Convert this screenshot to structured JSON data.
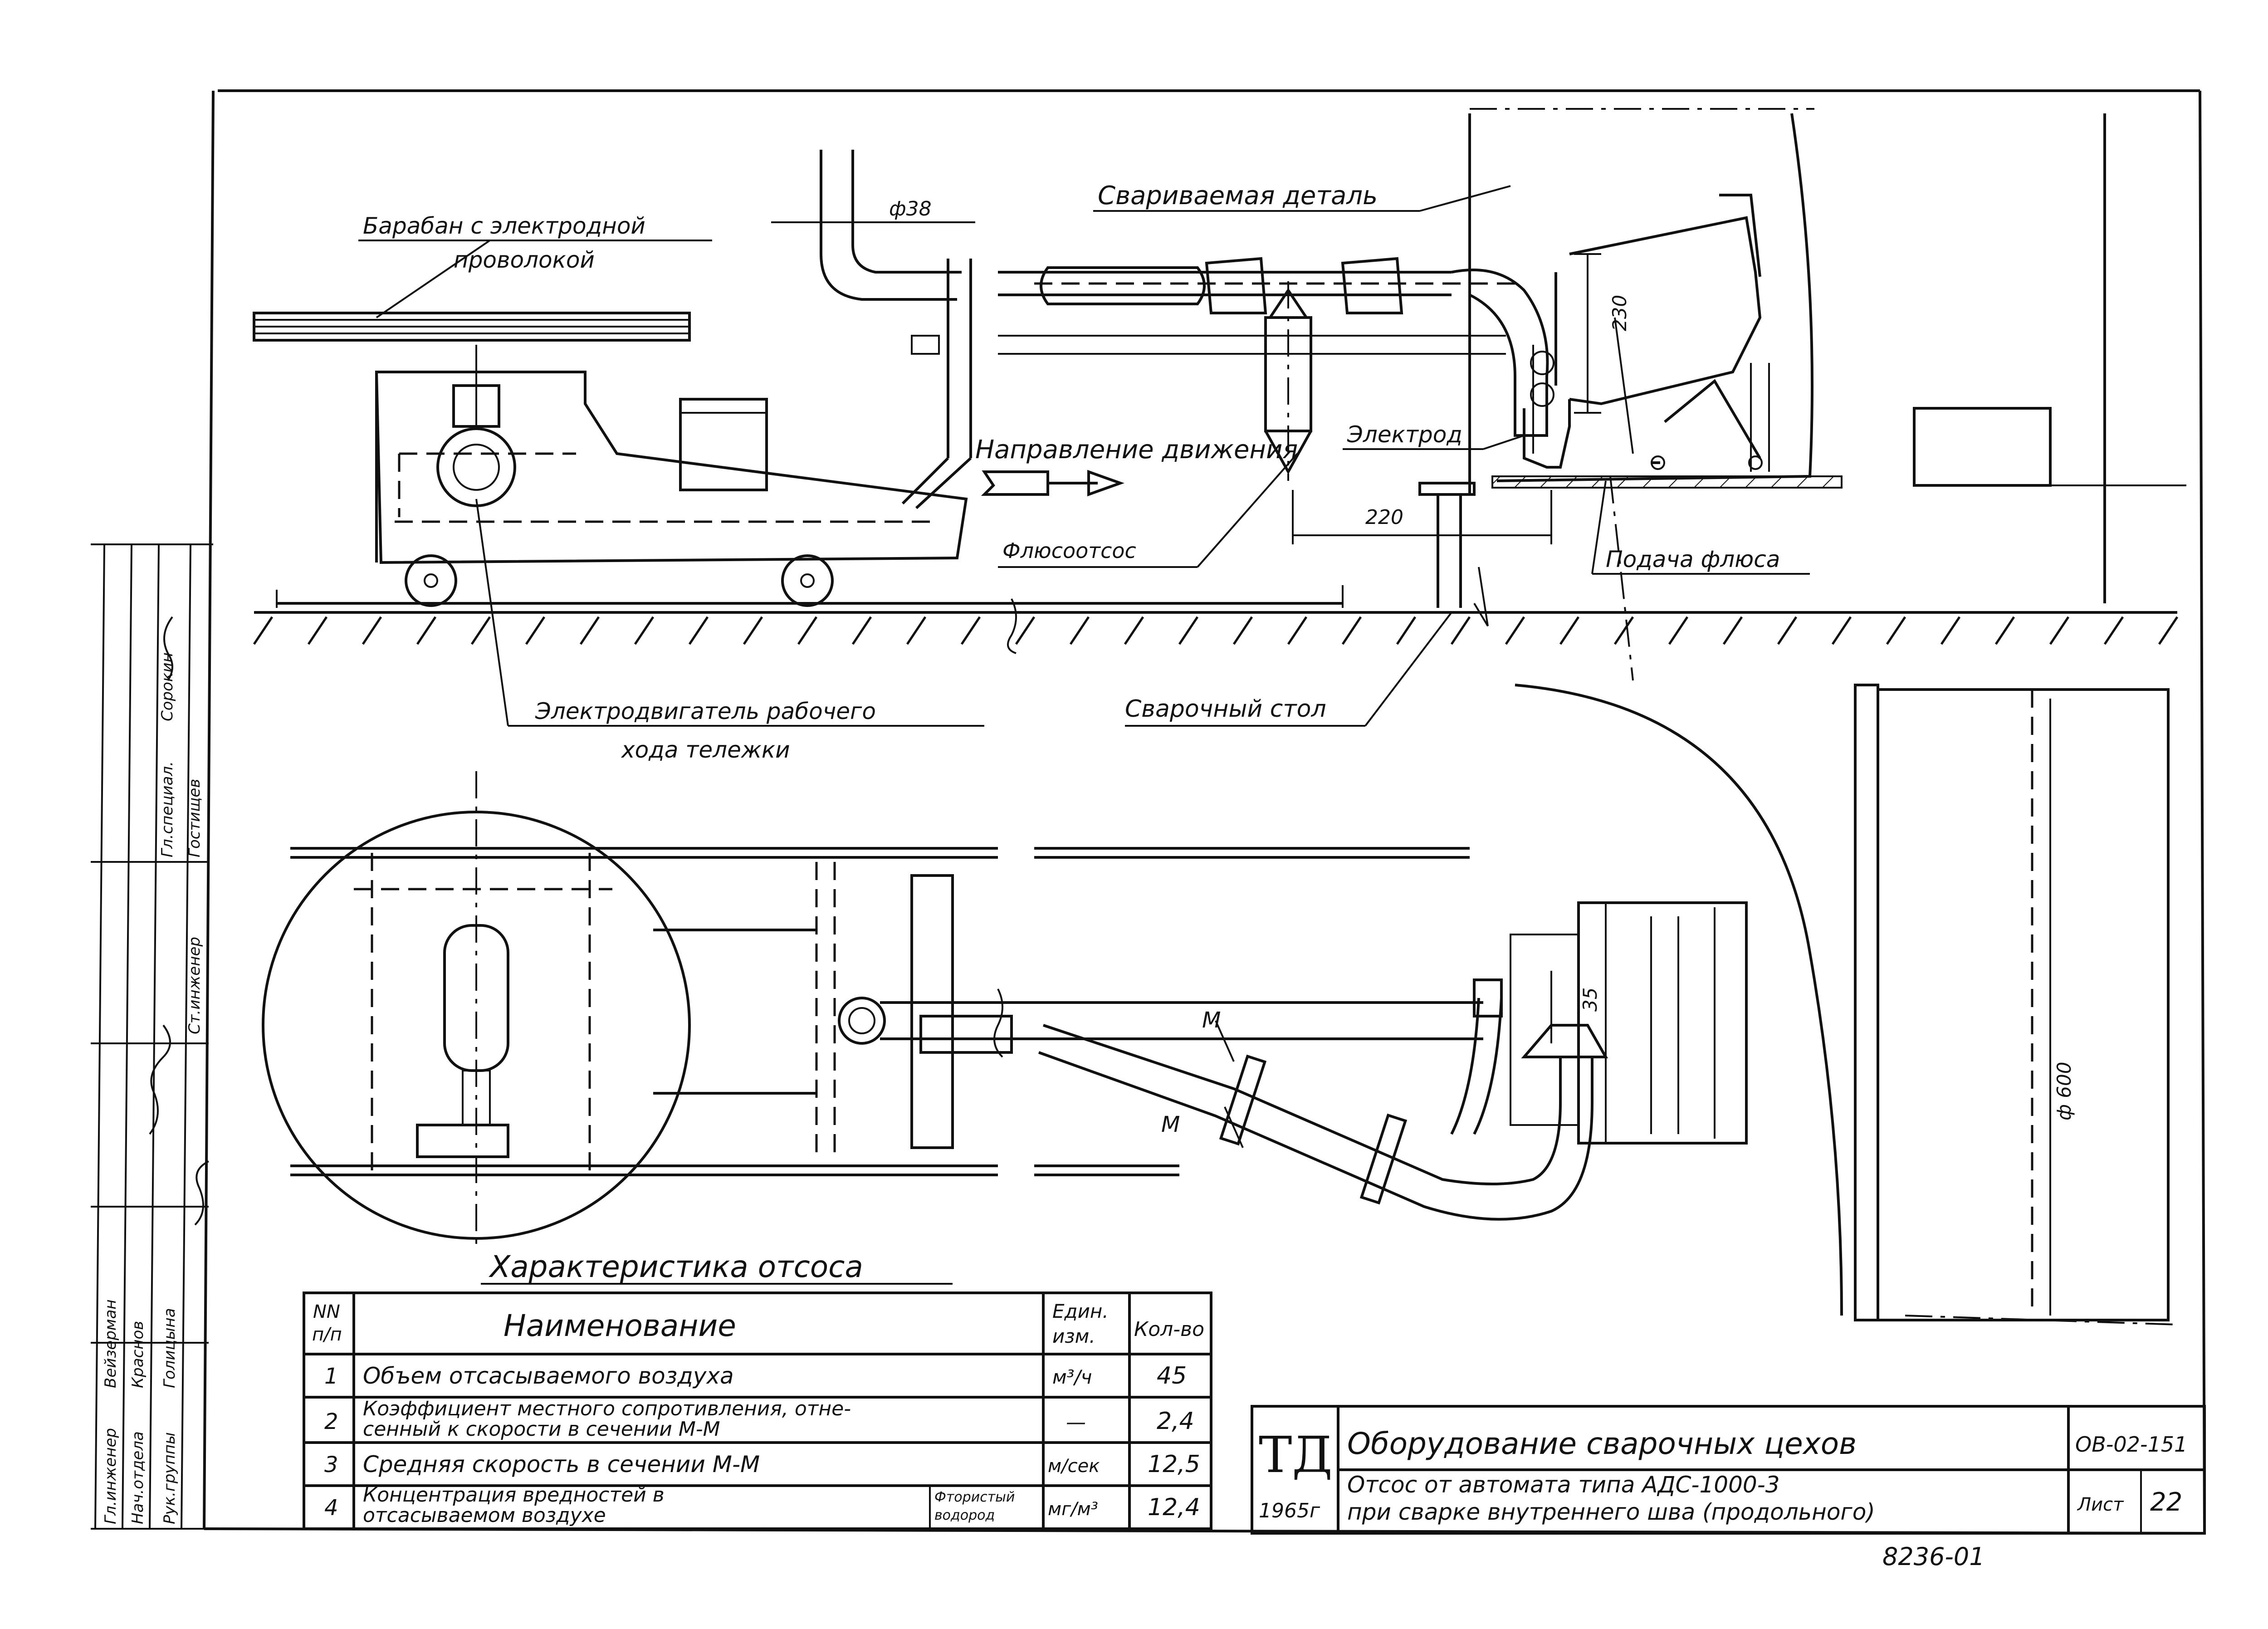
{
  "labels": {
    "drum": [
      "Барабан с электродной",
      "проволокой"
    ],
    "diameter": "ф38",
    "workpiece": "Свариваемая деталь",
    "dim_230": "230",
    "electrode": "Электрод",
    "direction": "Направление движения",
    "dim_220": "220",
    "flux_suction": "Флюсоотсос",
    "flux_feed": "Подача флюса",
    "motor": [
      "Электродвигатель рабочего",
      "хода тележки"
    ],
    "weld_table": "Сварочный стол",
    "section_m1": "M",
    "section_m2": "M",
    "dim_35": "35",
    "dim_600": "ф 600"
  },
  "table": {
    "title": "Характеристика отсоса",
    "headers": {
      "num": [
        "NN",
        "п/п"
      ],
      "name": "Наименование",
      "unit": [
        "Един.",
        "изм."
      ],
      "qty": "Кол-во"
    },
    "rows": [
      {
        "num": "1",
        "name": [
          "Объем отсасываемого воздуха"
        ],
        "note": "",
        "unit": "м³/ч",
        "qty": "45"
      },
      {
        "num": "2",
        "name": [
          "Коэффициент местного сопротивления, отне-",
          "сенный к скорости в сечении М-М"
        ],
        "note": "",
        "unit": "—",
        "qty": "2,4"
      },
      {
        "num": "3",
        "name": [
          "Средняя скорость в сечении М-М"
        ],
        "note": "",
        "unit": "м/сек",
        "qty": "12,5"
      },
      {
        "num": "4",
        "name": [
          "Концентрация вредностей в",
          "отсасываемом воздухе"
        ],
        "note": [
          "Фтористый",
          "водород"
        ],
        "unit": "мг/м³",
        "qty": "12,4"
      }
    ]
  },
  "titleblock": {
    "logo": "ТД",
    "year": "1965г",
    "title": "Оборудование сварочных цехов",
    "subtitle": [
      "Отсос от автомата типа АДС-1000-3",
      "при сварке внутреннего шва (продольного)"
    ],
    "code": "ОВ-02-151",
    "sheet_label": "Лист",
    "sheet_num": "22"
  },
  "inventory": "8236-01",
  "stamp": [
    {
      "role": "Гл.инженер",
      "name": "Вейзерман"
    },
    {
      "role": "Нач.отдела",
      "name": "Краснов"
    },
    {
      "role": "Рук.группы",
      "name": "Голицына"
    },
    {
      "role": "Ст.инженер",
      "name": "Гостищев"
    },
    {
      "role": "Гл.специал.",
      "name": "Сорокин"
    }
  ]
}
